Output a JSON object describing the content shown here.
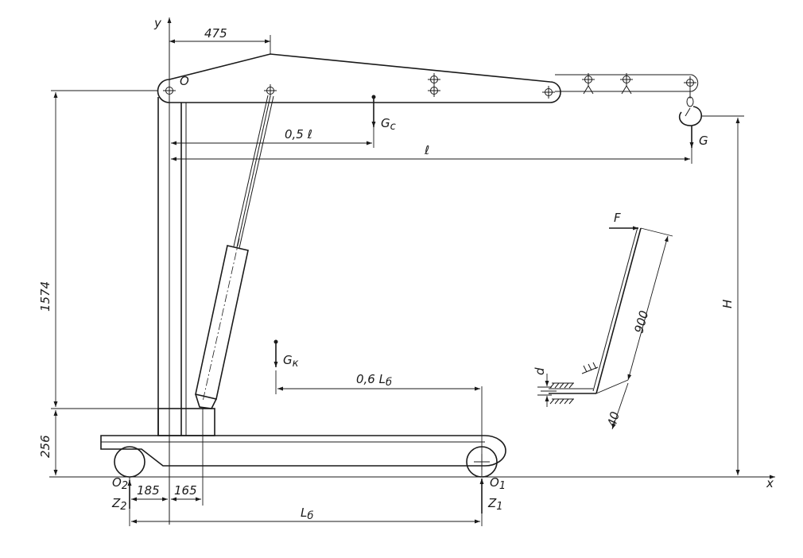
{
  "axes": {
    "x_label": "x",
    "y_label": "y"
  },
  "points": {
    "pivot": "O",
    "front_wheel": "O",
    "front_wheel_sub": "1",
    "rear_wheel": "O",
    "rear_wheel_sub": "2"
  },
  "reactions": {
    "front": "Z",
    "front_sub": "1",
    "rear": "Z",
    "rear_sub": "2"
  },
  "forces": {
    "boom_weight": "G",
    "boom_weight_sub": "c",
    "base_weight": "G",
    "base_weight_sub": "к",
    "load": "G",
    "pump_force": "F"
  },
  "dimensions": {
    "top_offset": "475",
    "column_height": "1574",
    "base_height": "256",
    "rear_offset": "185",
    "cylinder_offset": "165",
    "half_boom": "0,5 ℓ",
    "boom_length": "ℓ",
    "base_center": "0,6 L",
    "base_center_sub": "б",
    "base_length": "L",
    "base_length_sub": "б",
    "hook_height": "H",
    "lever_length": "900",
    "lever_short": "40",
    "pin_diameter": "d"
  }
}
